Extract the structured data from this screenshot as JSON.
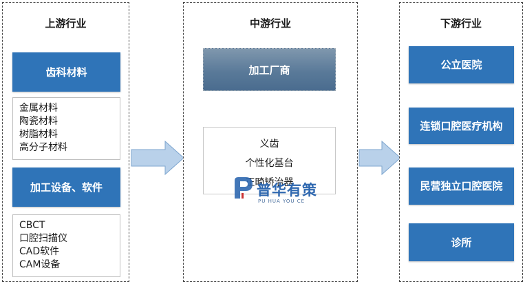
{
  "upstream": {
    "title": "上游行业",
    "box1": "齿科材料",
    "box1_items": [
      "金属材料",
      "陶瓷材料",
      "树脂材料",
      "高分子材料"
    ],
    "box2": "加工设备、软件",
    "box2_items": [
      "CBCT",
      "口腔扫描仪",
      "CAD软件",
      "CAM设备"
    ]
  },
  "midstream": {
    "title": "中游行业",
    "box": "加工厂商",
    "items": [
      "义齿",
      "个性化基台",
      "正畸矫治器"
    ]
  },
  "downstream": {
    "title": "下游行业",
    "items": [
      "公立医院",
      "连锁口腔医疗机构",
      "民营独立口腔医院",
      "诊所"
    ]
  },
  "watermark": {
    "name": "普华有策",
    "sub": "PU HUA YOU CE"
  },
  "colors": {
    "box_blue": "#2f74b8",
    "arrow_fill": "#b9d1ea",
    "arrow_stroke": "#7ea6cf"
  }
}
